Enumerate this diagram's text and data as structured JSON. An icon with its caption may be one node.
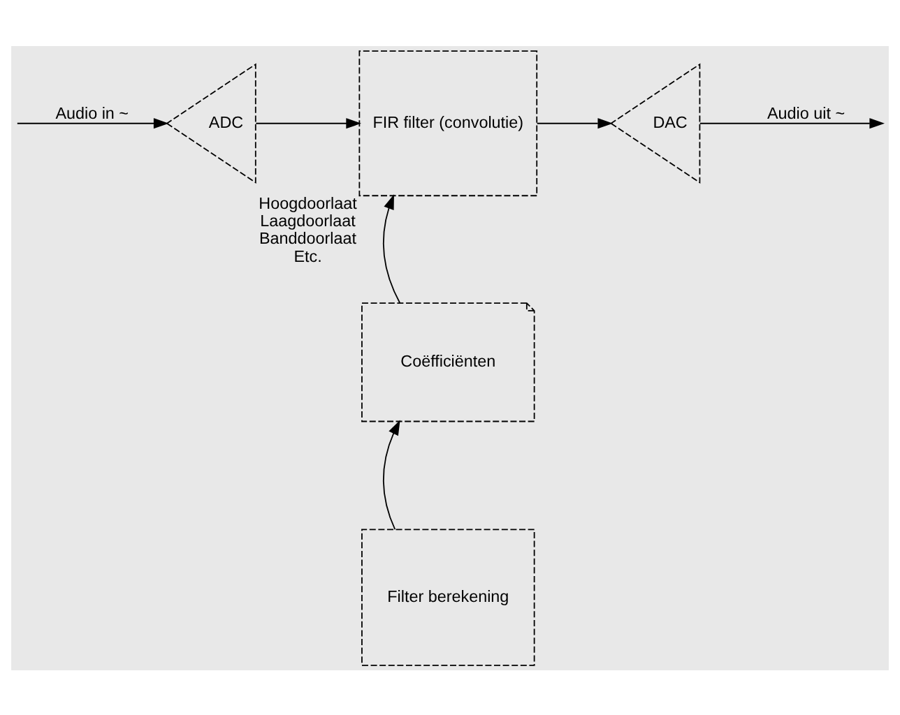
{
  "diagram": {
    "nodes": [
      {
        "text": [
          "ADC"
        ]
      },
      {
        "text": [
          "FIR filter (convolutie)"
        ],
        "beside": [
          "Hoogdoorlaat",
          "Laagdoorlaat",
          "Banddoorlaat",
          "Etc."
        ]
      },
      {
        "text": [
          "DAC"
        ]
      },
      {
        "text": [
          "Coëfficiënten"
        ]
      },
      {
        "text": [
          "Filter berekening"
        ]
      }
    ],
    "edges": [
      {
        "from": null,
        "to": 0,
        "arrow": "to",
        "label": "Audio in ~"
      },
      {
        "from": 0,
        "to": 1,
        "arrow": "to"
      },
      {
        "from": 1,
        "to": 2,
        "arrow": "to"
      },
      {
        "from": 2,
        "to": null,
        "arrow": "to",
        "label": "Audio uit ~"
      },
      {
        "from": 3,
        "to": 1,
        "arrow": "to"
      },
      {
        "from": 4,
        "to": 3,
        "arrow": "to"
      }
    ]
  }
}
